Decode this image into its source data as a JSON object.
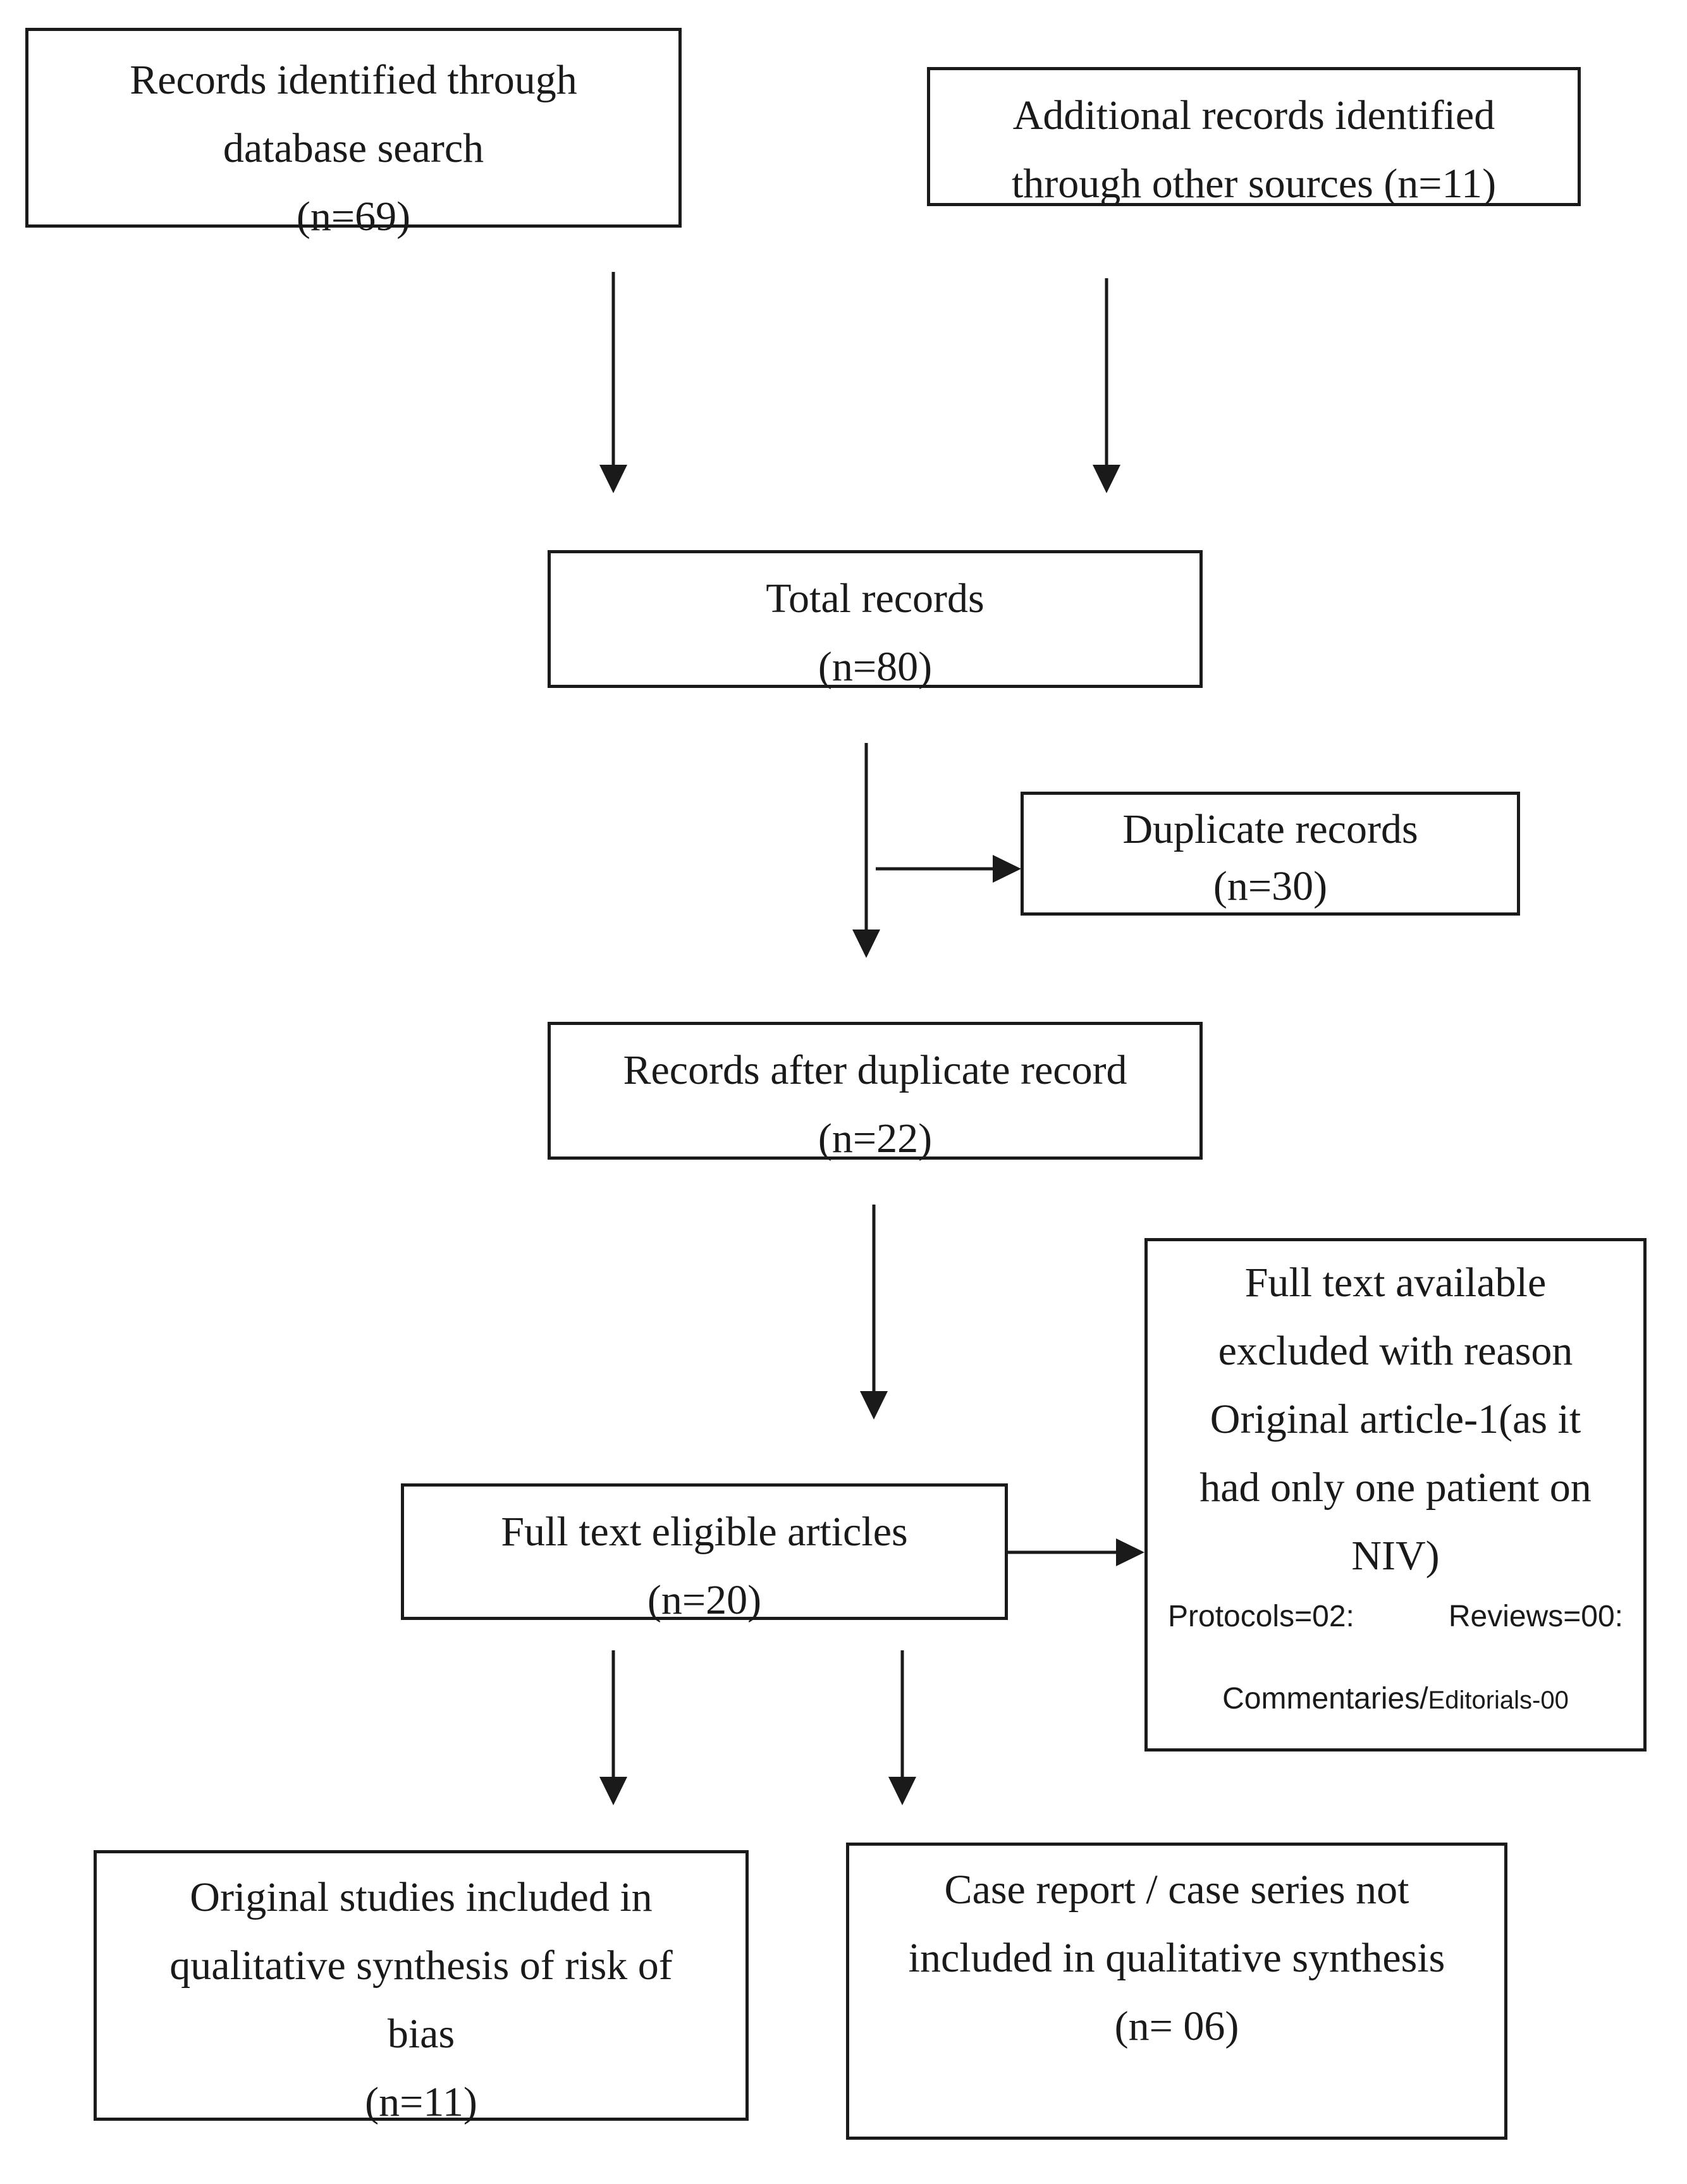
{
  "boxes": {
    "database_search": {
      "line1": "Records identified through",
      "line2": "database search",
      "line3": "(n=69)"
    },
    "other_sources": {
      "line1": "Additional records identified",
      "line2": "through other sources (n=11)"
    },
    "total_records": {
      "line1": "Total records",
      "line2": "(n=80)"
    },
    "duplicate_records": {
      "line1": "Duplicate records",
      "line2": "(n=30)"
    },
    "after_duplicates": {
      "line1": "Records after duplicate record",
      "line2": "(n=22)"
    },
    "excluded": {
      "line1": "Full text available",
      "line2": "excluded with reason",
      "line3": "Original article-1(as it",
      "line4": "had only one patient on",
      "line5": "NIV)",
      "protocols": "Protocols=02:",
      "reviews": "Reviews=00:",
      "commentaries": "Commentaries/",
      "editorials": "Editorials-00"
    },
    "eligible": {
      "line1": "Full text eligible articles",
      "line2": "(n=20)"
    },
    "original_studies": {
      "line1": "Original studies included in",
      "line2": "qualitative synthesis of risk of",
      "line3": "bias",
      "line4": "(n=11)"
    },
    "case_reports": {
      "line1": "Case report / case series not",
      "line2": "included in qualitative synthesis",
      "line3": "(n= 06)"
    }
  }
}
